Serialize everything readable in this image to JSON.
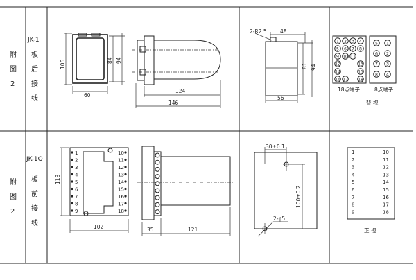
{
  "row1": {
    "fig_label": [
      "附",
      "图",
      "2"
    ],
    "model": "JK-1",
    "view_label": [
      "板",
      "后",
      "接",
      "线"
    ],
    "front_dims": {
      "height": "106",
      "inner_height": "84",
      "outer_height": "94",
      "width": "60"
    },
    "side_dims": {
      "depth": "124",
      "total": "146"
    },
    "cutout_dims": {
      "hole": "2-R2.5",
      "width_top": "48",
      "height_inner": "81",
      "height_outer": "94",
      "width_bottom": "56"
    },
    "terminal18": {
      "caption": "18点端子",
      "numbers": [
        "1",
        "2",
        "3",
        "4",
        "5",
        "6",
        "7",
        "8",
        "9",
        "10",
        "11",
        "12",
        "13",
        "14",
        "15",
        "16",
        "17",
        "18"
      ]
    },
    "terminal8": {
      "caption": "8点端子",
      "numbers": [
        "5",
        "1",
        "6",
        "2",
        "7",
        "3",
        "8",
        "4"
      ]
    },
    "rear_caption": "背  视"
  },
  "row2": {
    "fig_label": [
      "附",
      "图",
      "2"
    ],
    "model": "JK-1Q",
    "view_label": [
      "板",
      "前",
      "接",
      "线"
    ],
    "front_dims": {
      "height": "118",
      "width": "102"
    },
    "left_numbers": [
      "1",
      "2",
      "3",
      "4",
      "5",
      "6",
      "7",
      "8",
      "9"
    ],
    "right_numbers": [
      "10",
      "11",
      "12",
      "13",
      "14",
      "15",
      "16",
      "17",
      "18"
    ],
    "side_dims": {
      "front": "35",
      "depth": "121"
    },
    "cutout_dims": {
      "width": "30±0.1",
      "height": "100±0.2",
      "hole": "2-φ5"
    },
    "front_table": [
      [
        "1",
        "10"
      ],
      [
        "2",
        "11"
      ],
      [
        "3",
        "12"
      ],
      [
        "4",
        "13"
      ],
      [
        "5",
        "14"
      ],
      [
        "6",
        "15"
      ],
      [
        "7",
        "16"
      ],
      [
        "8",
        "17"
      ],
      [
        "9",
        "18"
      ]
    ],
    "front_caption": "正  视"
  }
}
